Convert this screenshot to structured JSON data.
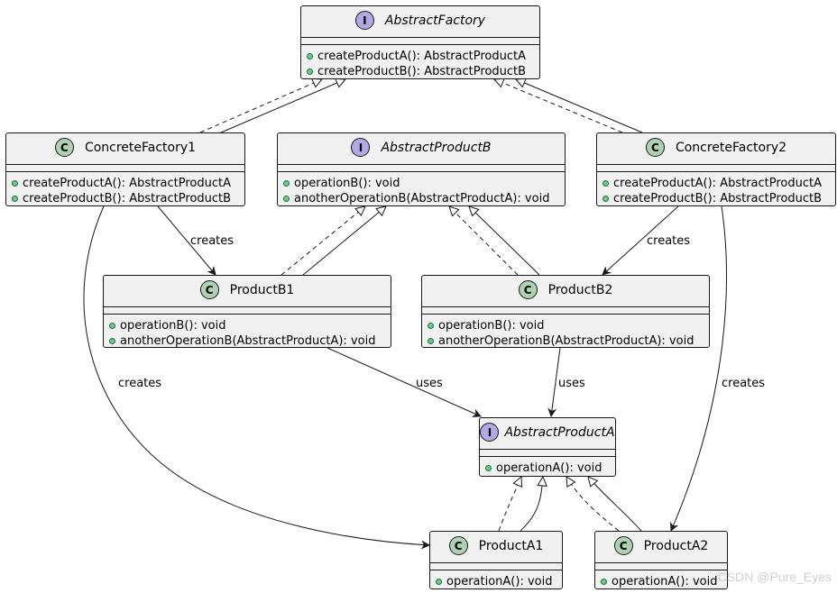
{
  "classes": {
    "abstract_factory": {
      "stereo": "I",
      "name": "AbstractFactory",
      "ops": [
        "createProductA(): AbstractProductA",
        "createProductB(): AbstractProductB"
      ]
    },
    "concrete_factory1": {
      "stereo": "C",
      "name": "ConcreteFactory1",
      "ops": [
        "createProductA(): AbstractProductA",
        "createProductB(): AbstractProductB"
      ]
    },
    "abstract_product_b": {
      "stereo": "I",
      "name": "AbstractProductB",
      "ops": [
        "operationB(): void",
        "anotherOperationB(AbstractProductA): void"
      ]
    },
    "concrete_factory2": {
      "stereo": "C",
      "name": "ConcreteFactory2",
      "ops": [
        "createProductA(): AbstractProductA",
        "createProductB(): AbstractProductB"
      ]
    },
    "product_b1": {
      "stereo": "C",
      "name": "ProductB1",
      "ops": [
        "operationB(): void",
        "anotherOperationB(AbstractProductA): void"
      ]
    },
    "product_b2": {
      "stereo": "C",
      "name": "ProductB2",
      "ops": [
        "operationB(): void",
        "anotherOperationB(AbstractProductA): void"
      ]
    },
    "abstract_product_a": {
      "stereo": "I",
      "name": "AbstractProductA",
      "ops": [
        "operationA(): void"
      ]
    },
    "product_a1": {
      "stereo": "C",
      "name": "ProductA1",
      "ops": [
        "operationA(): void"
      ]
    },
    "product_a2": {
      "stereo": "C",
      "name": "ProductA2",
      "ops": [
        "operationA(): void"
      ]
    }
  },
  "relations": [
    {
      "from": "ConcreteFactory1",
      "to": "AbstractFactory",
      "kind": "implements"
    },
    {
      "from": "ConcreteFactory1",
      "to": "AbstractFactory",
      "kind": "extends"
    },
    {
      "from": "ConcreteFactory2",
      "to": "AbstractFactory",
      "kind": "implements"
    },
    {
      "from": "ConcreteFactory2",
      "to": "AbstractFactory",
      "kind": "extends"
    },
    {
      "from": "ProductB1",
      "to": "AbstractProductB",
      "kind": "implements"
    },
    {
      "from": "ProductB1",
      "to": "AbstractProductB",
      "kind": "extends"
    },
    {
      "from": "ProductB2",
      "to": "AbstractProductB",
      "kind": "implements"
    },
    {
      "from": "ProductB2",
      "to": "AbstractProductB",
      "kind": "extends"
    },
    {
      "from": "ProductA1",
      "to": "AbstractProductA",
      "kind": "implements"
    },
    {
      "from": "ProductA1",
      "to": "AbstractProductA",
      "kind": "extends"
    },
    {
      "from": "ProductA2",
      "to": "AbstractProductA",
      "kind": "implements"
    },
    {
      "from": "ProductA2",
      "to": "AbstractProductA",
      "kind": "extends"
    },
    {
      "from": "ConcreteFactory1",
      "to": "ProductB1",
      "kind": "association",
      "label": "creates"
    },
    {
      "from": "ConcreteFactory1",
      "to": "ProductA1",
      "kind": "association",
      "label": "creates"
    },
    {
      "from": "ConcreteFactory2",
      "to": "ProductB2",
      "kind": "association",
      "label": "creates"
    },
    {
      "from": "ConcreteFactory2",
      "to": "ProductA2",
      "kind": "association",
      "label": "creates"
    },
    {
      "from": "ProductB1",
      "to": "AbstractProductA",
      "kind": "association",
      "label": "uses"
    },
    {
      "from": "ProductB2",
      "to": "AbstractProductA",
      "kind": "association",
      "label": "uses"
    }
  ],
  "labels": {
    "cf1_creates_b1": "creates",
    "cf1_creates_a1": "creates",
    "cf2_creates_b2": "creates",
    "cf2_creates_a2": "creates",
    "b1_uses_a": "uses",
    "b2_uses_a": "uses"
  },
  "watermark": "CSDN @Pure_Eyes",
  "colors": {
    "interface_badge": "#b4a7e5",
    "class_badge": "#add1b2",
    "box_fill": "#f1f1f1",
    "line": "#181818"
  }
}
